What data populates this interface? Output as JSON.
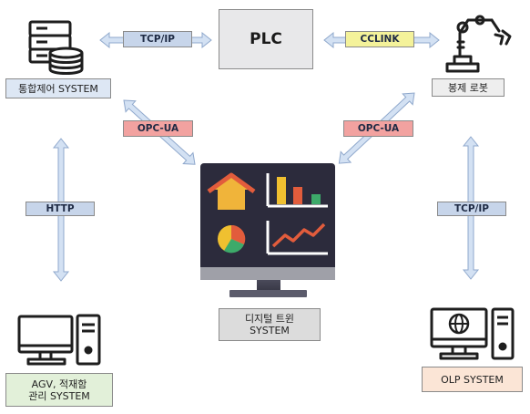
{
  "nodes": {
    "plc": {
      "label": "PLC"
    },
    "integrated": {
      "label": "통합제어 SYSTEM"
    },
    "robot": {
      "label": "봉제 로봇"
    },
    "digital_twin": {
      "label": "디지털 트윈\nSYSTEM"
    },
    "agv": {
      "label": "AGV, 적재함\n관리 SYSTEM"
    },
    "olp": {
      "label": "OLP SYSTEM"
    }
  },
  "edges": {
    "tcp_top": {
      "label": "TCP/IP"
    },
    "cclink": {
      "label": "CCLINK"
    },
    "opcua_left": {
      "label": "OPC-UA"
    },
    "opcua_right": {
      "label": "OPC-UA"
    },
    "http": {
      "label": "HTTP"
    },
    "tcp_right": {
      "label": "TCP/IP"
    }
  },
  "icons": [
    "server-icon",
    "robot-arm-icon",
    "monitor-dashboard-icon",
    "desktop-computer-icon",
    "globe-computer-icon"
  ],
  "colors": {
    "plc_fill": "#e8e8ea",
    "integrated_fill": "#dde7f4",
    "robot_fill": "#eeeeee",
    "twin_fill": "#dcdcdc",
    "agv_fill": "#e2f0d9",
    "olp_fill": "#fbe5d6",
    "tcp_fill": "#c7d5ea",
    "cclink_fill": "#f4f29a",
    "opcua_fill": "#f2a2a0",
    "arrow_fill": "#d3e1f3",
    "arrow_stroke": "#8fa8cc",
    "monitor_dark": "#2c2b3c"
  }
}
